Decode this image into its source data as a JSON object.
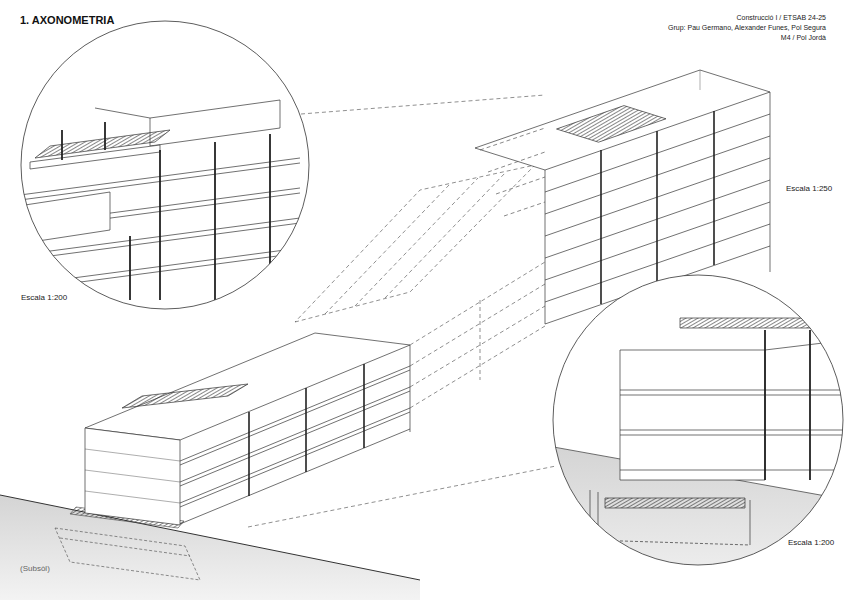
{
  "diagram": {
    "title": "1. AXONOMETRIA",
    "labels": [
      "Construcció I / ETSAB 24-25",
      "Grup: Pau Germano, Alexander Funes, Pol Segura",
      "M4 / Pol Jordà",
      "Escala 1:250",
      "Escala 1:200",
      "Escala 1:200",
      "(Subsòl)"
    ]
  }
}
